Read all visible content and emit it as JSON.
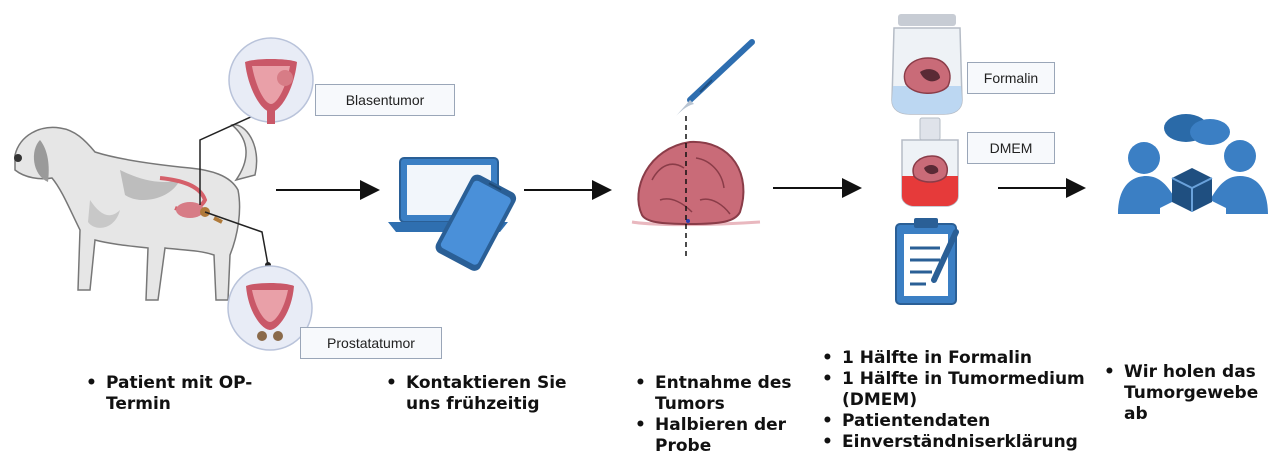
{
  "labels": {
    "blasentumor": "Blasentumor",
    "prostatatumor": "Prostatatumor",
    "formalin": "Formalin",
    "dmem": "DMEM"
  },
  "steps": [
    {
      "bullets": [
        "Patient mit OP-Termin"
      ]
    },
    {
      "bullets": [
        "Kontaktieren Sie uns frühzeitig"
      ]
    },
    {
      "bullets": [
        "Entnahme des Tumors",
        "Halbieren der Probe"
      ]
    },
    {
      "bullets": [
        "1 Hälfte in Formalin",
        "1 Hälfte in Tumormedium (DMEM)",
        "Patientendaten",
        "Einverständniserklärung"
      ]
    },
    {
      "bullets": [
        "Wir holen das Tumorgewebe ab"
      ]
    }
  ],
  "icons": [
    "dog-icon",
    "bladder-icon",
    "prostate-icon",
    "laptop-icon",
    "phone-icon",
    "scalpel-icon",
    "tumor-icon",
    "formalin-jar-icon",
    "dmem-flask-icon",
    "clipboard-icon",
    "handover-icon"
  ],
  "colors": {
    "accent_blue": "#3b7fc4",
    "tissue_pink": "#d77c86",
    "medium_red": "#e63a3a"
  }
}
